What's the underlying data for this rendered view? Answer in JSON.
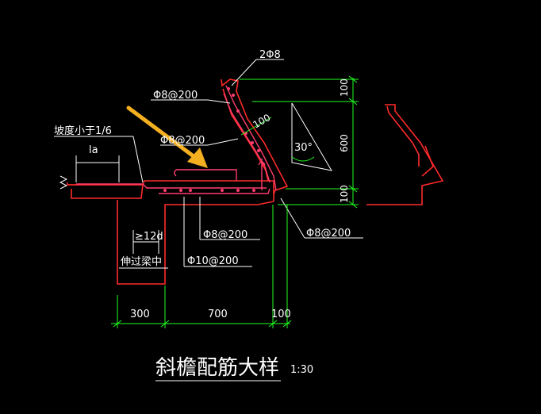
{
  "labels": {
    "top_rebar": "2Φ8",
    "stirrup_top": "Φ8@200",
    "bar_mid": "Φ8@200",
    "slope": "坡度小于1/6",
    "la": "la",
    "anchor": "≥12d",
    "beam": "伸过梁中",
    "bottom_bar1": "Φ8@200",
    "bottom_bar2": "Φ10@200",
    "right_bar": "Φ8@200",
    "dim_slant_100": "100",
    "angle": "30°",
    "dim_100_top": "100",
    "dim_600": "600",
    "dim_100_bottom": "100",
    "dim_300": "300",
    "dim_700": "700",
    "dim_100_base": "100",
    "title": "斜檐配筋大样",
    "scale": "1:30"
  },
  "colors": {
    "background": "#000000",
    "concrete": "#ff2a2a",
    "rebar": "#ff3d6e",
    "leader": "#ffffff",
    "dimension": "#20ff20",
    "arrow": "#f5b021"
  }
}
